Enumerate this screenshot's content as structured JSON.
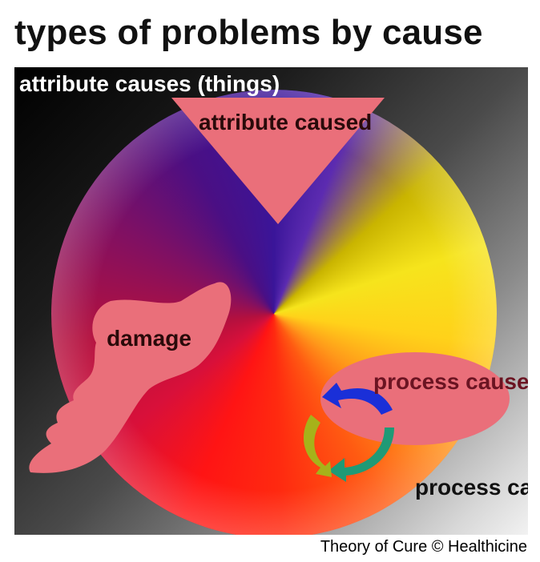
{
  "title": "types of problems by cause",
  "corner_labels": {
    "attribute_causes": "attribute causes (things)",
    "process_causes": "process causes"
  },
  "regions": [
    {
      "id": "attribute",
      "label": "attribute caused",
      "shape": "inverted-triangle"
    },
    {
      "id": "damage",
      "label": "damage",
      "shape": "irregular-splotch"
    },
    {
      "id": "process",
      "label": "process caused",
      "shape": "ellipse"
    }
  ],
  "cycle_arrows": [
    "blue",
    "teal",
    "yellow-green"
  ],
  "colors": {
    "shape_fill": "#ea6f7a",
    "arrow_blue": "#1a2fd8",
    "arrow_teal": "#1f9a76",
    "arrow_yellow_green": "#a6b21a"
  },
  "credit": "Theory of Cure © Healthicine"
}
